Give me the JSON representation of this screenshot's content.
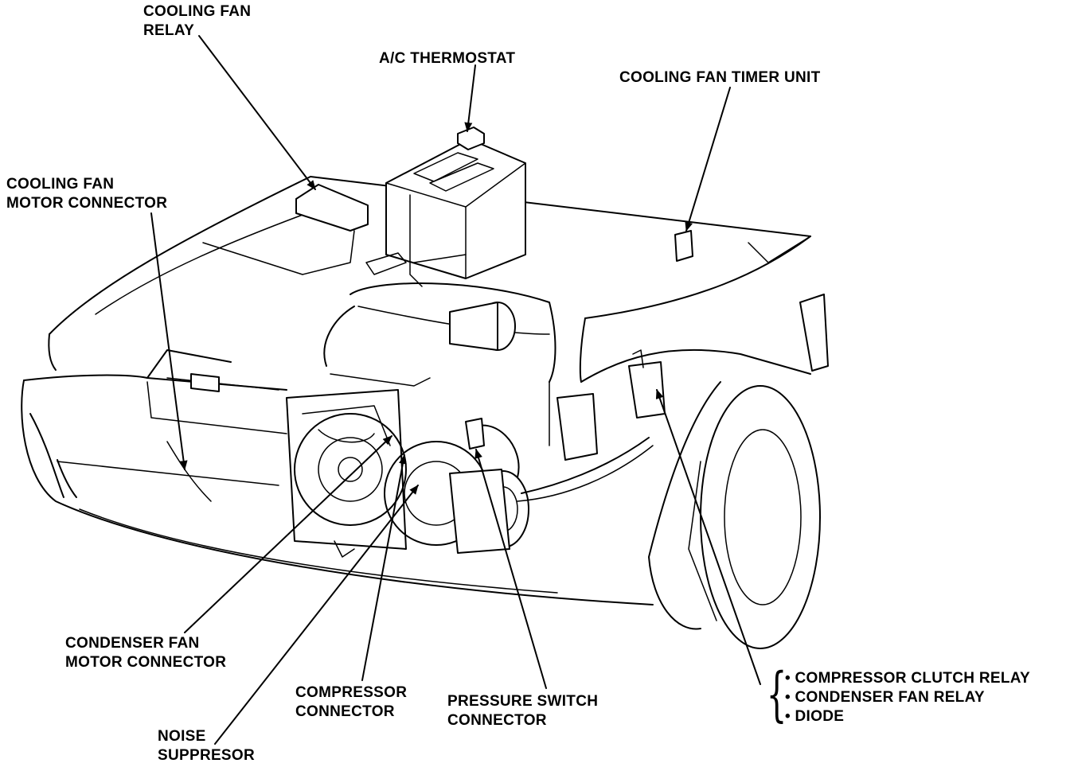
{
  "labels": {
    "cooling_fan_relay": [
      "COOLING FAN",
      "RELAY"
    ],
    "ac_thermostat": "A/C THERMOSTAT",
    "cooling_fan_timer_unit": "COOLING FAN TIMER UNIT",
    "cooling_fan_motor_connector": [
      "COOLING FAN",
      "MOTOR CONNECTOR"
    ],
    "condenser_fan_motor_connector": [
      "CONDENSER FAN",
      "MOTOR CONNECTOR"
    ],
    "compressor_connector": [
      "COMPRESSOR",
      "CONNECTOR"
    ],
    "pressure_switch_connector": [
      "PRESSURE SWITCH",
      "CONNECTOR"
    ],
    "noise_suppresor": [
      "NOISE",
      "SUPPRESOR"
    ],
    "relay_group": [
      "COMPRESSOR CLUTCH RELAY",
      "CONDENSER FAN RELAY",
      "DIODE"
    ]
  }
}
